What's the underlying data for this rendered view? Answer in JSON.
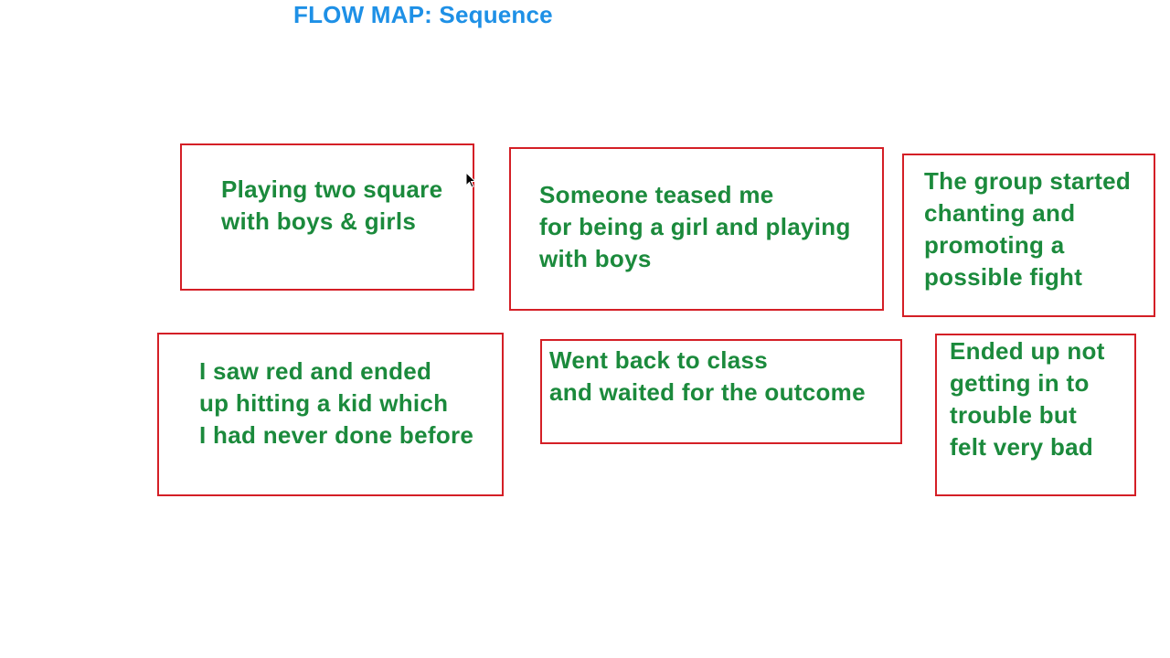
{
  "title": "FLOW MAP: Sequence",
  "colors": {
    "title": "#1e90e6",
    "box_border": "#d41f26",
    "box_text": "#1b8a3c"
  },
  "boxes": [
    {
      "text": "Playing two square\nwith boys & girls"
    },
    {
      "text": "Someone teased me\nfor being a girl and playing\nwith boys"
    },
    {
      "text": "The group started\nchanting and\npromoting a\npossible fight"
    },
    {
      "text": "I saw red and ended\nup hitting a kid which\nI had never done before"
    },
    {
      "text": "Went back to class\nand waited for the outcome"
    },
    {
      "text": "Ended up not\ngetting in to\ntrouble but\nfelt very bad"
    }
  ],
  "cursor_icon": "mouse-pointer-icon"
}
